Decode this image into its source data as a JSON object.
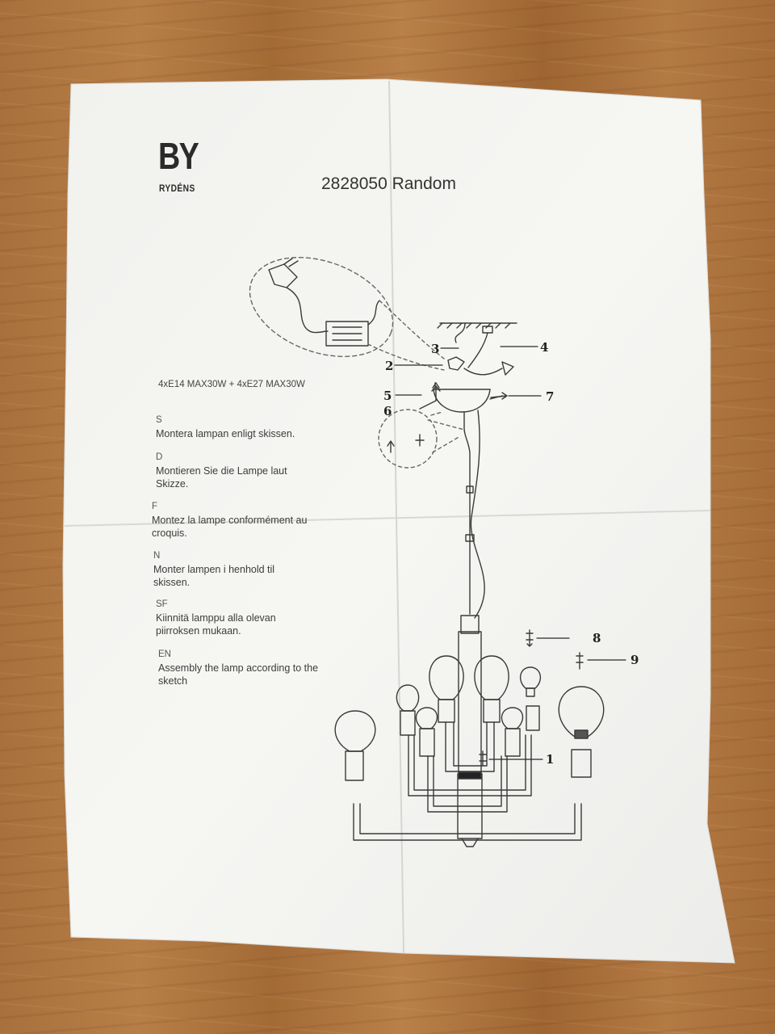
{
  "brand": {
    "logo_main": "BY",
    "logo_sub": "RYDÉNS"
  },
  "title": "2828050 Random",
  "spec": "4xE14 MAX30W + 4xE27 MAX30W",
  "instructions": [
    {
      "code": "S",
      "text": "Montera lampan enligt skissen."
    },
    {
      "code": "D",
      "text": "Montieren Sie die Lampe laut Skizze."
    },
    {
      "code": "F",
      "text": "Montez la lampe conformément au croquis."
    },
    {
      "code": "N",
      "text": "Monter lampen i henhold til skissen."
    },
    {
      "code": "SF",
      "text": "Kiinnitä lamppu alla olevan piirroksen mukaan."
    },
    {
      "code": "EN",
      "text": "Assembly the lamp according to the sketch"
    }
  ],
  "callouts": [
    "1",
    "2",
    "3",
    "4",
    "5",
    "6",
    "7",
    "8",
    "9"
  ],
  "colors": {
    "paper": "#f2f2ef",
    "ink": "#3a3a3a",
    "wood": "#a8703c"
  }
}
